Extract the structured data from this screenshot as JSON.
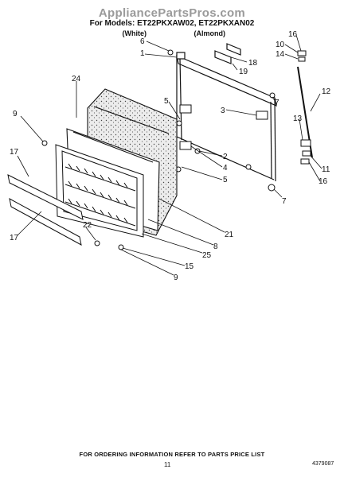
{
  "header": {
    "watermark": "AppliancePartsPros.com",
    "models_line": "For Models: ET22PKXAW02, ET22PKXAN02",
    "color_white": "(White)",
    "color_almond": "(Almond)"
  },
  "callouts": {
    "c16a": "16",
    "c6": "6",
    "c1": "1",
    "c10": "10",
    "c14": "14",
    "c18": "18",
    "c19": "19",
    "c24": "24",
    "c12": "12",
    "c5a": "5",
    "c3": "3",
    "c7a": "7",
    "c9a": "9",
    "c13": "13",
    "c2": "2",
    "c4": "4",
    "c5b": "5",
    "c11": "11",
    "c16b": "16",
    "c17a": "17",
    "c7b": "7",
    "c21": "21",
    "c22": "22",
    "c8": "8",
    "c17b": "17",
    "c25": "25",
    "c15": "15",
    "c9b": "9"
  },
  "footer": {
    "ordering_note": "FOR ORDERING INFORMATION REFER TO PARTS PRICE LIST",
    "page_number": "11",
    "part_number": "4379087"
  }
}
